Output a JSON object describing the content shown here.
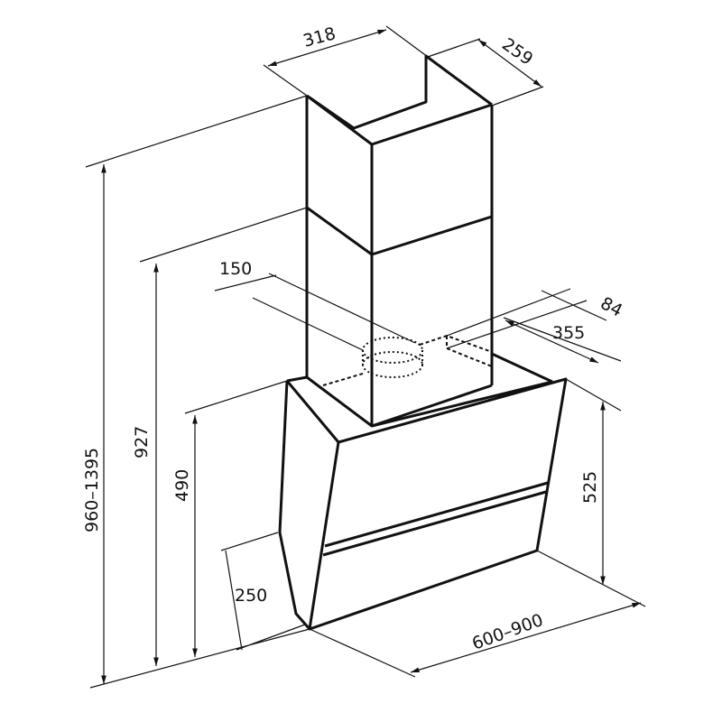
{
  "title": "Range hood dimension drawing",
  "dimensions": {
    "chimney_width": "318",
    "chimney_depth": "259",
    "outlet_diameter": "150",
    "outlet_offset": "84",
    "outlet_depth": "355",
    "total_height": "960–1395",
    "mount_height": "927",
    "hood_back_height": "490",
    "hood_height": "525",
    "hood_bottom_depth": "250",
    "hood_width": "600–900"
  }
}
